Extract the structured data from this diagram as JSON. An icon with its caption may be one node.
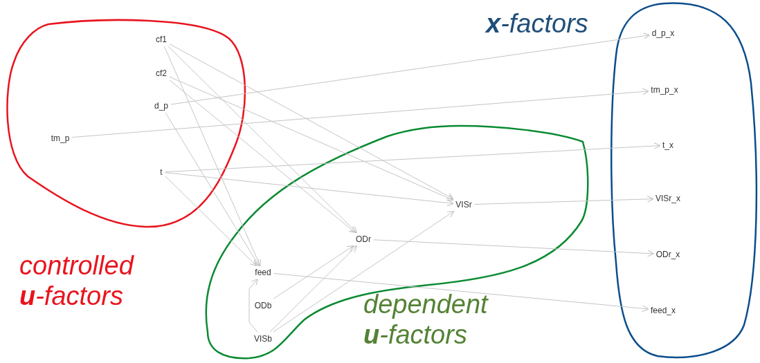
{
  "diagram": {
    "nodes": [
      {
        "text": [
          "controlled **u**-factors"
        ]
      },
      {
        "text": [
          "cf1"
        ],
        "in": 0
      },
      {
        "text": [
          "cf2"
        ],
        "in": 0
      },
      {
        "text": [
          "d_p"
        ],
        "in": 0
      },
      {
        "text": [
          "tm_p"
        ],
        "in": 0
      },
      {
        "text": [
          "t"
        ],
        "in": 0
      },
      {
        "text": [
          "dependent **u**-factors"
        ]
      },
      {
        "text": [
          "VISr"
        ],
        "in": 6
      },
      {
        "text": [
          "ODr"
        ],
        "in": 6
      },
      {
        "text": [
          "feed"
        ],
        "in": 6
      },
      {
        "text": [
          "ODb"
        ],
        "in": 6
      },
      {
        "text": [
          "VISb"
        ],
        "in": 6
      },
      {
        "text": [
          "**x**-factors"
        ]
      },
      {
        "text": [
          "d_p_x"
        ],
        "in": 12
      },
      {
        "text": [
          "tm_p_x"
        ],
        "in": 12
      },
      {
        "text": [
          "t_x"
        ],
        "in": 12
      },
      {
        "text": [
          "VISr_x"
        ],
        "in": 12
      },
      {
        "text": [
          "ODr_x"
        ],
        "in": 12
      },
      {
        "text": [
          "feed_x"
        ],
        "in": 12
      }
    ],
    "edges": [
      {
        "from": 1,
        "to": 9,
        "arrow": "to"
      },
      {
        "from": 1,
        "to": 8,
        "arrow": "to"
      },
      {
        "from": 1,
        "to": 7,
        "arrow": "to"
      },
      {
        "from": 2,
        "to": 8,
        "arrow": "to"
      },
      {
        "from": 2,
        "to": 7,
        "arrow": "to"
      },
      {
        "from": 3,
        "to": 13,
        "arrow": "to"
      },
      {
        "from": 3,
        "to": 9,
        "arrow": "to"
      },
      {
        "from": 4,
        "to": 14,
        "arrow": "to"
      },
      {
        "from": 5,
        "to": 15,
        "arrow": "to"
      },
      {
        "from": 5,
        "to": 7,
        "arrow": "to"
      },
      {
        "from": 5,
        "to": 9,
        "arrow": "to"
      },
      {
        "from": 7,
        "to": 16,
        "arrow": "to"
      },
      {
        "from": 8,
        "to": 17,
        "arrow": "to"
      },
      {
        "from": 9,
        "to": 18,
        "arrow": "to"
      },
      {
        "from": 10,
        "to": 8,
        "arrow": "to"
      },
      {
        "from": 11,
        "to": 9,
        "arrow": "to"
      },
      {
        "from": 11,
        "to": 8,
        "arrow": "to"
      },
      {
        "from": 11,
        "to": 7,
        "arrow": "to"
      }
    ]
  }
}
